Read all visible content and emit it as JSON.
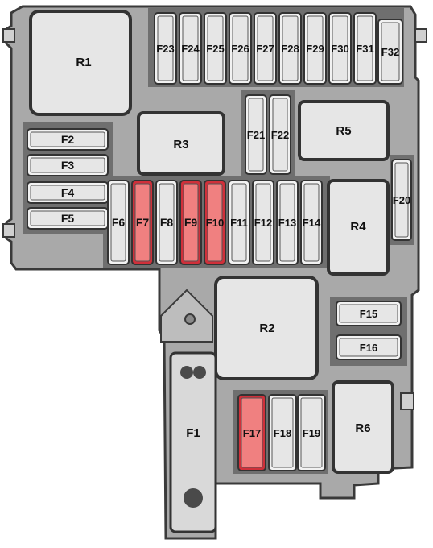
{
  "colors": {
    "housing": "#a9a9a9",
    "housing_outline": "#3a3a3a",
    "slot": "#6f6f6f",
    "component_fill": "#e6e6e6",
    "component_outline": "#333333",
    "highlight_fill": "#f08080",
    "highlight_outline": "#d0303a",
    "label": "#111111"
  },
  "relays": {
    "r1": "R1",
    "r2": "R2",
    "r3": "R3",
    "r4": "R4",
    "r5": "R5",
    "r6": "R6"
  },
  "fuses": {
    "f1": "F1",
    "f2": "F2",
    "f3": "F3",
    "f4": "F4",
    "f5": "F5",
    "f6": "F6",
    "f7": "F7",
    "f8": "F8",
    "f9": "F9",
    "f10": "F10",
    "f11": "F11",
    "f12": "F12",
    "f13": "F13",
    "f14": "F14",
    "f15": "F15",
    "f16": "F16",
    "f17": "F17",
    "f18": "F18",
    "f19": "F19",
    "f20": "F20",
    "f21": "F21",
    "f22": "F22",
    "f23": "F23",
    "f24": "F24",
    "f25": "F25",
    "f26": "F26",
    "f27": "F27",
    "f28": "F28",
    "f29": "F29",
    "f30": "F30",
    "f31": "F31",
    "f32": "F32"
  },
  "highlighted": [
    "F7",
    "F9",
    "F10",
    "F17"
  ]
}
